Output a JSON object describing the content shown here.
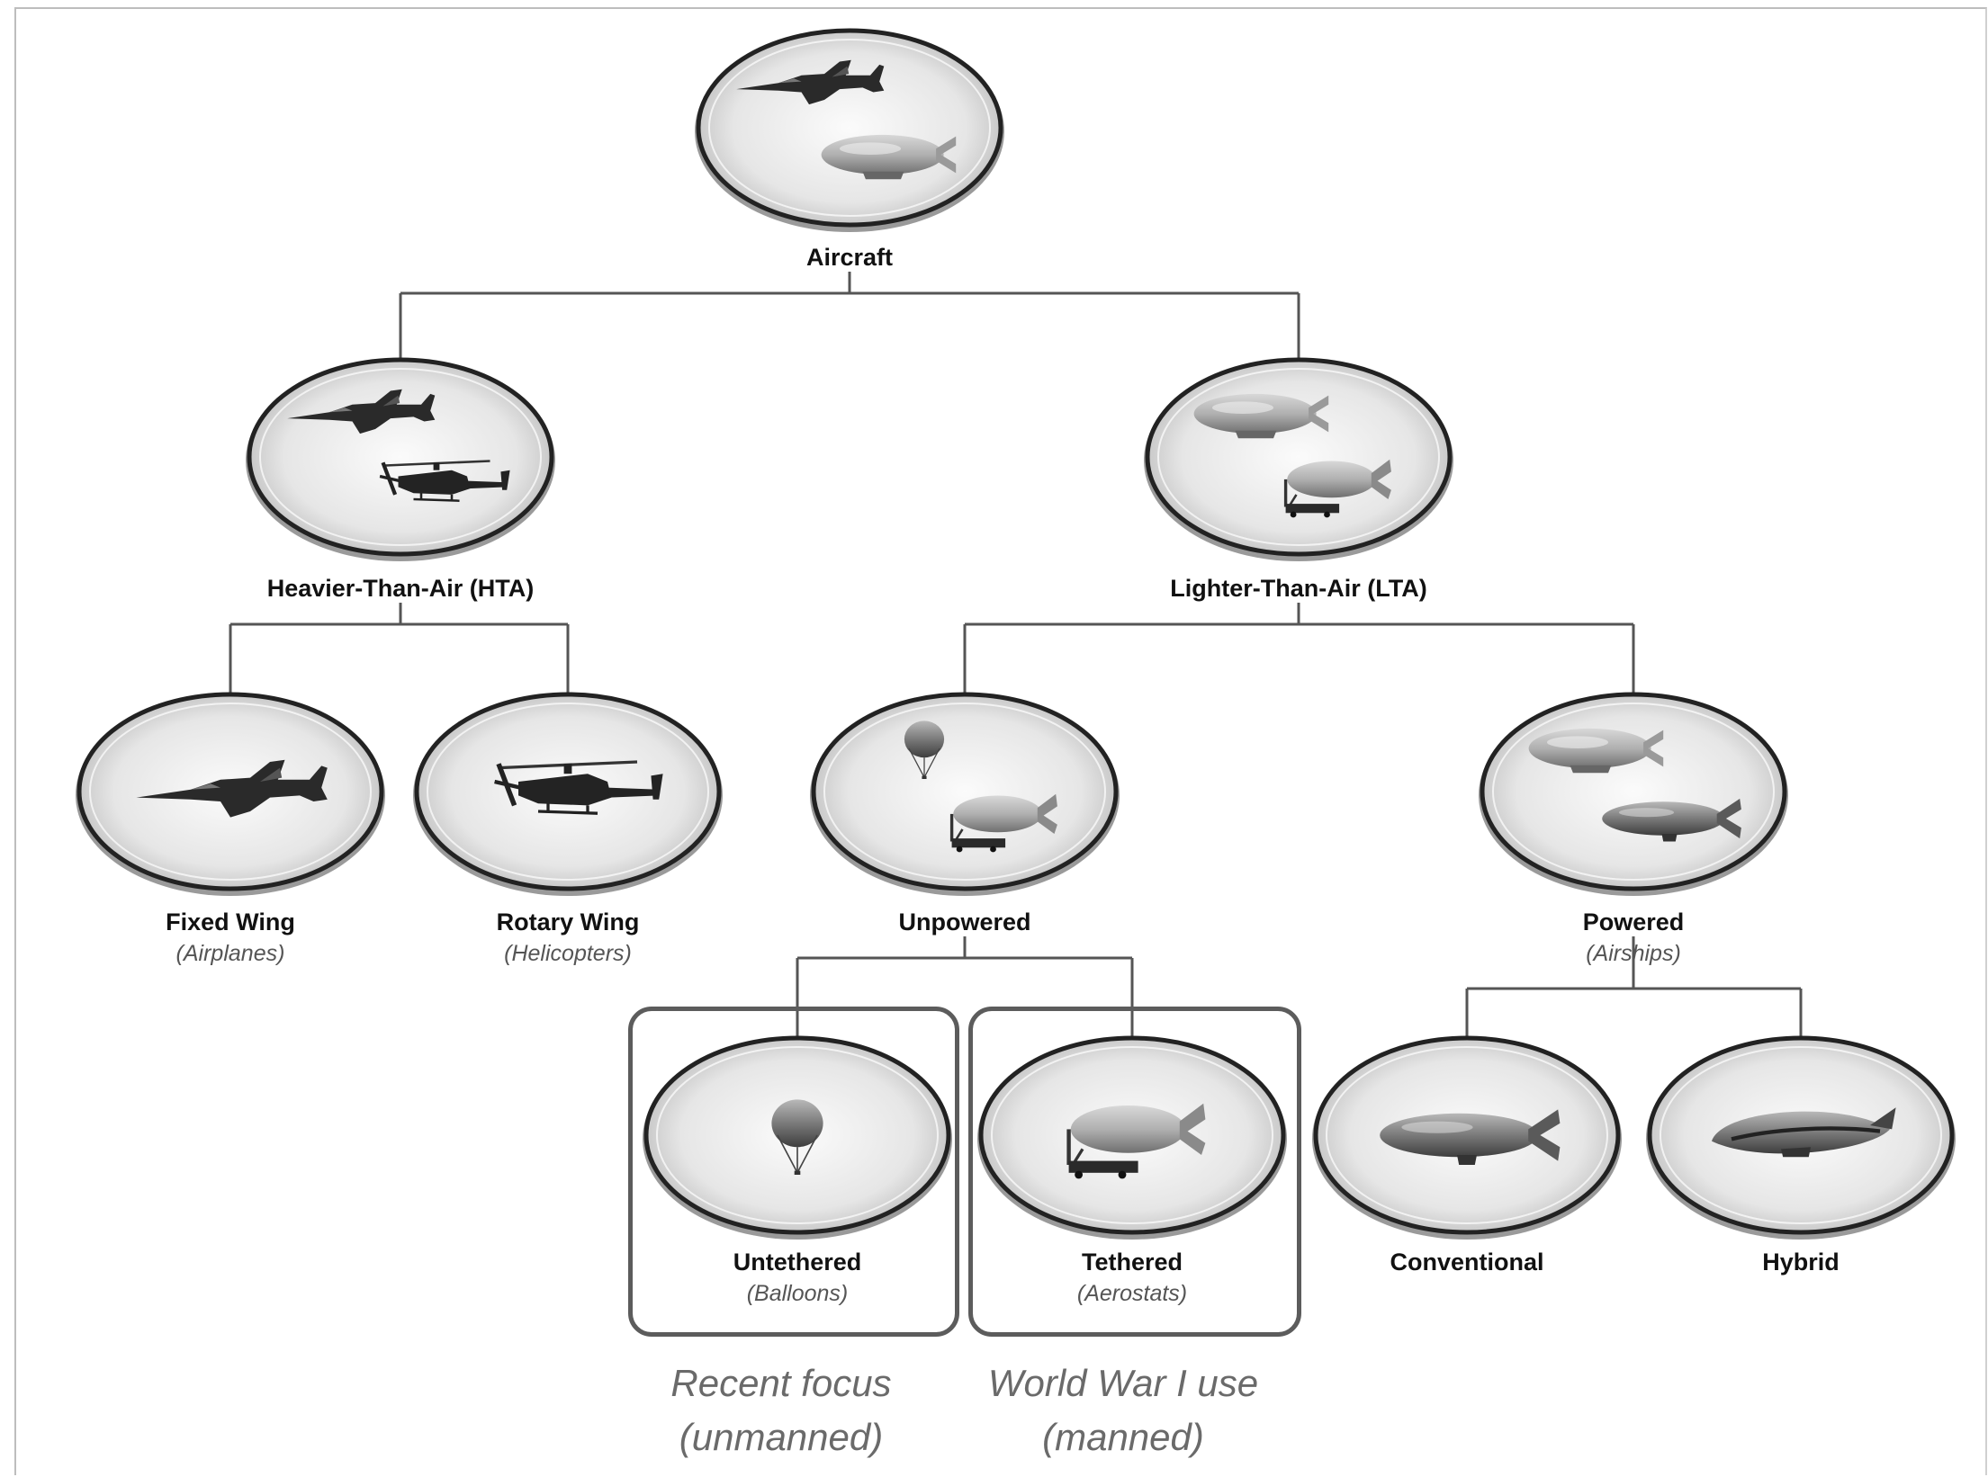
{
  "nodes": [
    {
      "id": "aircraft",
      "title": "Aircraft",
      "subtitle": "",
      "icons": [
        "jet-fighter-icon",
        "airship-icon"
      ]
    },
    {
      "id": "hta",
      "title": "Heavier-Than-Air (HTA)",
      "subtitle": "",
      "icons": [
        "jet-fighter-icon",
        "helicopter-icon"
      ]
    },
    {
      "id": "lta",
      "title": "Lighter-Than-Air (LTA)",
      "subtitle": "",
      "icons": [
        "airship-icon",
        "aerostat-icon"
      ]
    },
    {
      "id": "fixed",
      "title": "Fixed Wing",
      "subtitle": "(Airplanes)",
      "icons": [
        "jet-fighter-icon"
      ]
    },
    {
      "id": "rotary",
      "title": "Rotary Wing",
      "subtitle": "(Helicopters)",
      "icons": [
        "helicopter-icon"
      ]
    },
    {
      "id": "unpowered",
      "title": "Unpowered",
      "subtitle": "",
      "icons": [
        "balloon-icon",
        "aerostat-icon"
      ]
    },
    {
      "id": "powered",
      "title": "Powered",
      "subtitle": "(Airships)",
      "icons": [
        "airship-icon",
        "blimp-icon"
      ]
    },
    {
      "id": "untethered",
      "title": "Untethered",
      "subtitle": "(Balloons)",
      "icons": [
        "balloon-icon"
      ]
    },
    {
      "id": "tethered",
      "title": "Tethered",
      "subtitle": "(Aerostats)",
      "icons": [
        "aerostat-icon"
      ]
    },
    {
      "id": "conventional",
      "title": "Conventional",
      "subtitle": "",
      "icons": [
        "blimp-icon"
      ]
    },
    {
      "id": "hybrid",
      "title": "Hybrid",
      "subtitle": "",
      "icons": [
        "hybrid-airship-icon"
      ]
    }
  ],
  "edges": [
    [
      "aircraft",
      "hta"
    ],
    [
      "aircraft",
      "lta"
    ],
    [
      "hta",
      "fixed"
    ],
    [
      "hta",
      "rotary"
    ],
    [
      "lta",
      "unpowered"
    ],
    [
      "lta",
      "powered"
    ],
    [
      "unpowered",
      "untethered"
    ],
    [
      "unpowered",
      "tethered"
    ],
    [
      "powered",
      "conventional"
    ],
    [
      "powered",
      "hybrid"
    ]
  ],
  "annotations": [
    {
      "id": "recent-focus",
      "line1": "Recent focus",
      "line2": "(unmanned)"
    },
    {
      "id": "wwi-use",
      "line1": "World War I use",
      "line2": "(manned)"
    }
  ],
  "colors": {
    "line": "#555555",
    "ellipse_stroke": "#222222",
    "ellipse_fill": "#e6e6e6",
    "box_stroke": "#5c5c5c",
    "annotation_text": "#6a6a6a"
  }
}
